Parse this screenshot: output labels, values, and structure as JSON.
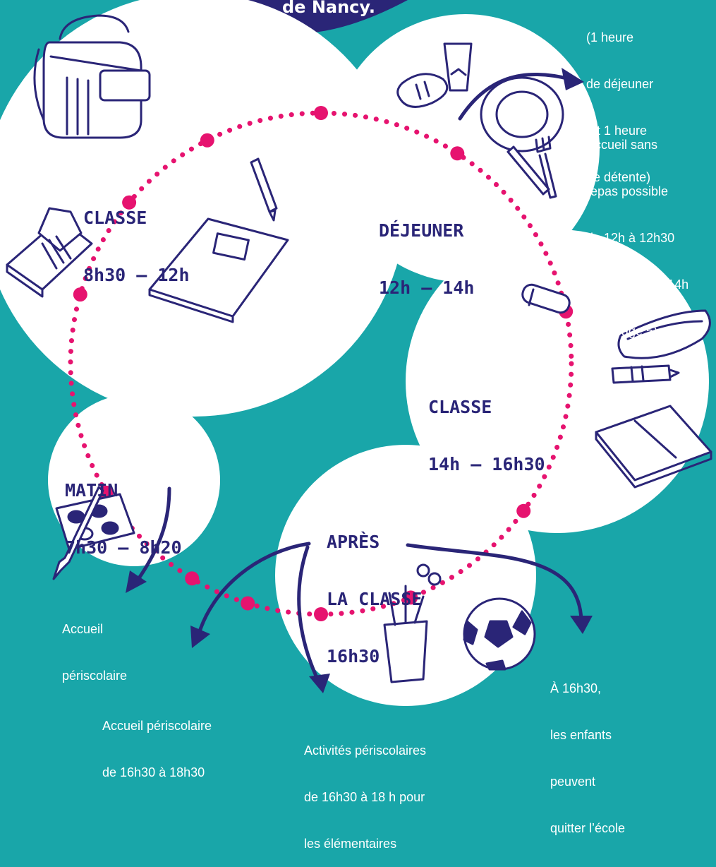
{
  "colors": {
    "background": "#19a6a9",
    "bubble": "#ffffff",
    "ink": "#2a2577",
    "dots": "#e6136f",
    "notes": "#ffffff"
  },
  "header": {
    "text": "de Nancy."
  },
  "segments": {
    "classe_morning": {
      "title": "CLASSE",
      "time": "8h30 – 12h"
    },
    "dejeuner": {
      "title": "DÉJEUNER",
      "time": "12h – 14h"
    },
    "classe_afternoon": {
      "title": "CLASSE",
      "time": "14h – 16h30"
    },
    "matin": {
      "title": "MATIN",
      "time": "7h30 – 8h20"
    },
    "apres": {
      "title": "APRÈS",
      "title2": "LA CLASSE",
      "time": "16h30"
    }
  },
  "notes": {
    "dejeuner_detail": [
      "(1 heure",
      "de déjeuner",
      " et 1 heure",
      "de détente)"
    ],
    "accueil_sans_repas": [
      "Accueil sans",
      "repas possible",
      "de 12h à 12h30",
      "et de 13h30 à 14h",
      "(voir page 5)"
    ],
    "accueil_matin": [
      "Accueil",
      "périscolaire"
    ],
    "accueil_soir": [
      "Accueil périscolaire",
      "de 16h30 à 18h30"
    ],
    "activites": [
      "Activités périscolaires",
      "de 16h30 à 18 h pour",
      "les élémentaires"
    ],
    "quitter": [
      "À 16h30,",
      "les enfants",
      "peuvent",
      "quitter l’école"
    ]
  },
  "illustrations": [
    "backpack-icon",
    "pencil-case-icon",
    "glass-icon",
    "bread-icon",
    "plate-icon",
    "fork-knife-icon",
    "pen-icon",
    "notebook-icon",
    "glue-stick-icon",
    "zip-pouch-icon",
    "marker-icon",
    "folder-icon",
    "paint-palette-icon",
    "pencil-cup-icon",
    "soccer-ball-icon"
  ]
}
